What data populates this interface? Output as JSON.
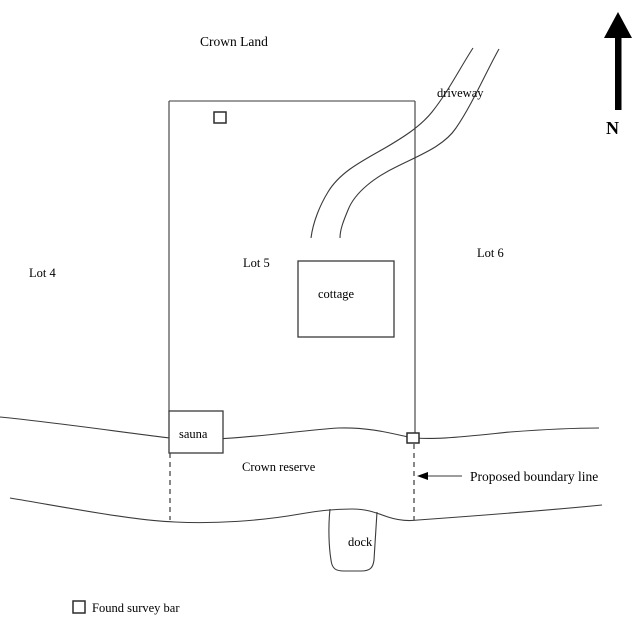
{
  "title": {
    "crown_land": "Crown Land"
  },
  "compass": {
    "north_label": "N"
  },
  "lots": {
    "lot4": "Lot 4",
    "lot5": "Lot 5",
    "lot6": "Lot 6"
  },
  "features": {
    "driveway": "driveway",
    "cottage": "cottage",
    "sauna": "sauna",
    "dock": "dock",
    "crown_reserve": "Crown reserve"
  },
  "annotations": {
    "proposed_boundary_line": "Proposed boundary line"
  },
  "legend": {
    "found_survey_bar": "Found survey bar"
  },
  "colors": {
    "background": "#ffffff",
    "line": "#3a3a3a",
    "text": "#000000",
    "north_arrow": "#000000"
  }
}
